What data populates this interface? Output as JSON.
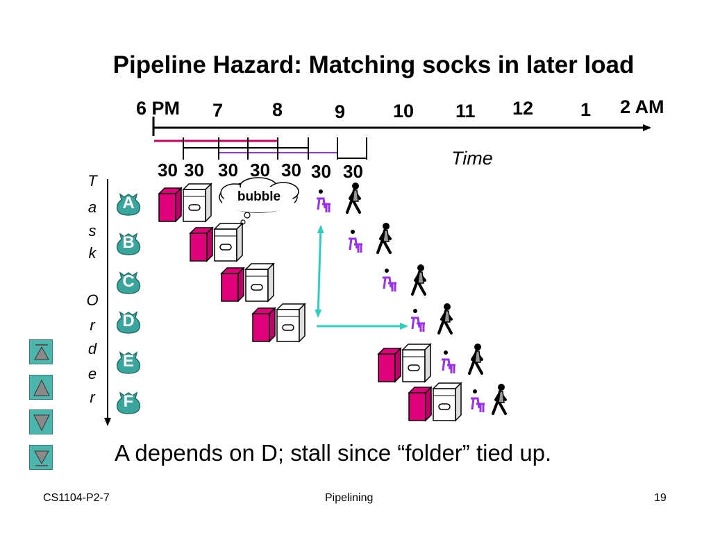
{
  "slide": {
    "title": "Pipeline Hazard: Matching socks in later load",
    "time_ticks": [
      "6 PM",
      "7",
      "8",
      "9",
      "10",
      "11",
      "12",
      "1",
      "2 AM"
    ],
    "time_axis_label": "Time",
    "durations": [
      "30",
      "30",
      "30",
      "30",
      "30",
      "30",
      "30"
    ],
    "vertical_label": [
      "T",
      "a",
      "s",
      "k",
      "O",
      "r",
      "d",
      "e",
      "r"
    ],
    "tasks": [
      "A",
      "B",
      "C",
      "D",
      "E",
      "F"
    ],
    "bubble_label": "bubble",
    "caption": "A depends on D; stall since “folder” tied up.",
    "colors": {
      "washer": "#e0007a",
      "accent_teal": "#2ecfc0",
      "folder_purple": "#9b30e8",
      "badge_teal": "#3aa59c"
    }
  },
  "footer": {
    "left": "CS1104-P2-7",
    "center": "Pipelining",
    "right": "19"
  },
  "nav": {
    "buttons": [
      "first-slide",
      "previous-slide",
      "next-slide",
      "last-slide"
    ]
  }
}
